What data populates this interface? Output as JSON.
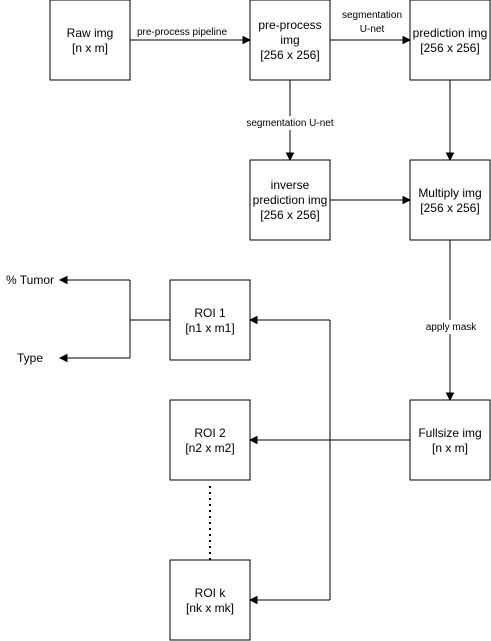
{
  "nodes": {
    "raw": {
      "line1": "Raw img",
      "line2": "[n x m]"
    },
    "preprocess": {
      "line1": "pre-process",
      "line2": "img",
      "line3": "[256 x 256]"
    },
    "prediction": {
      "line1": "prediction img",
      "line2": "[256 x 256]"
    },
    "inverse": {
      "line1": "inverse",
      "line2": "prediction img",
      "line3": "[256 x 256]"
    },
    "multiply": {
      "line1": "Multiply img",
      "line2": "[256 x 256]"
    },
    "fullsize": {
      "line1": "Fullsize img",
      "line2": "[n x m]"
    },
    "roi1": {
      "line1": "ROI 1",
      "line2": "[n1 x m1]"
    },
    "roi2": {
      "line1": "ROI 2",
      "line2": "[n2 x m2]"
    },
    "roik": {
      "line1": "ROI k",
      "line2": "[nk x mk]"
    }
  },
  "edge_labels": {
    "preprocess_pipeline": "pre-process pipeline",
    "segmentation_line1": "segmentation",
    "segmentation_line2": "U-net",
    "segmentation_unet": "segmentation U-net",
    "apply_mask": "apply mask"
  },
  "outputs": {
    "tumor": "% Tumor",
    "type": "Type"
  }
}
